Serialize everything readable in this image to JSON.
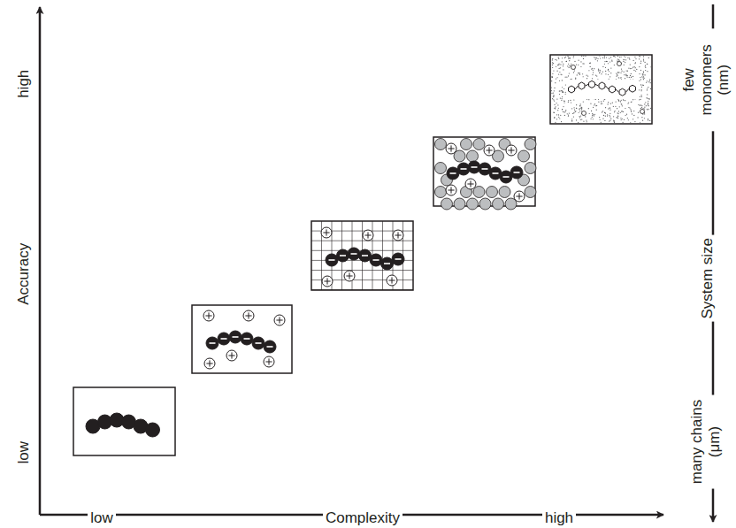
{
  "diagram": {
    "labels": [
      "high",
      "Accuracy",
      "low",
      "low",
      "Complexity",
      "high",
      "few monomers (nm)",
      "System size",
      "many chains (μm)"
    ]
  }
}
